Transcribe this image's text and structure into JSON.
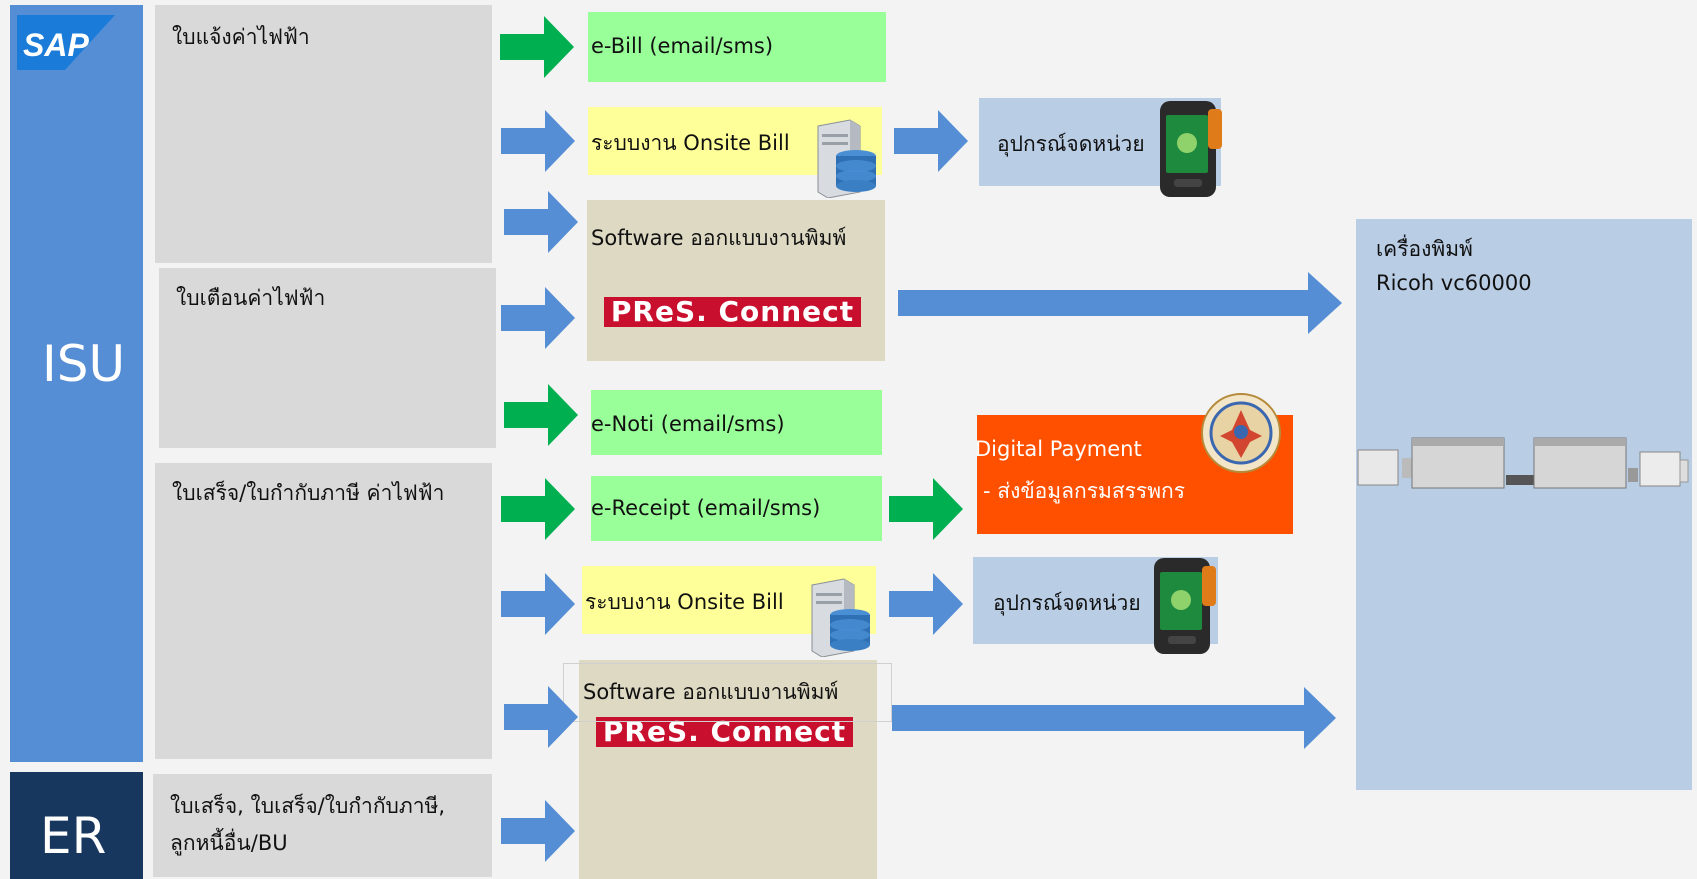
{
  "colors": {
    "isu": "#558ed5",
    "er": "#17375e",
    "green_arrow": "#00b050",
    "blue_arrow": "#558ed5",
    "green_box": "#99ff99",
    "yellow_box": "#ffff99",
    "tan_box": "#ddd9c3",
    "light_blue_box": "#b9cde5",
    "orange_box": "#ff5000",
    "pres_red": "#c8102e"
  },
  "sap_logo": "SAP",
  "left": {
    "isu": "ISU",
    "er": "ER"
  },
  "docs": {
    "bill": "ใบแจ้งค่าไฟฟ้า",
    "warning": "ใบเตือนค่าไฟฟ้า",
    "receipt": "ใบเสร็จ/ใบกำกับภาษี ค่าไฟฟ้า",
    "er_line1": "ใบเสร็จ, ใบเสร็จ/ใบกำกับภาษี,",
    "er_line2": "ลูกหนี้อื่น/BU"
  },
  "channels": {
    "ebill": "e-Bill (email/sms)",
    "onsite1": "ระบบงาน Onsite Bill",
    "software1": "Software ออกแบบงานพิมพ์",
    "pres": "PReS. Connect",
    "enoti": "e-Noti (email/sms)",
    "ereceipt": "e-Receipt (email/sms)",
    "onsite2": "ระบบงาน Onsite Bill",
    "software2": "Software ออกแบบงานพิมพ์"
  },
  "devices": {
    "meter1": "อุปกรณ์จดหน่วย",
    "meter2": "อุปกรณ์จดหน่วย"
  },
  "payment": {
    "line1": "Digital Payment",
    "line2": "- ส่งข้อมูลกรมสรรพกร"
  },
  "printer": {
    "line1": "เครื่องพิมพ์",
    "line2": "Ricoh vc60000"
  }
}
